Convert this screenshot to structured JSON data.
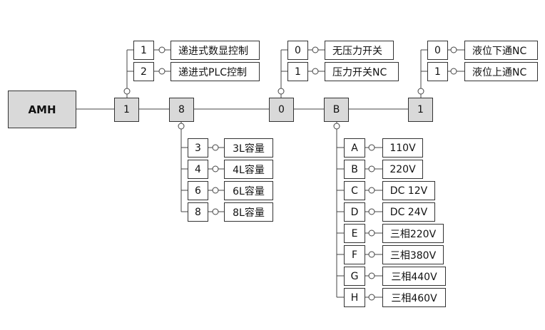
{
  "root": {
    "label": "AMH"
  },
  "code_segments": [
    {
      "code": "1",
      "options": [
        {
          "code": "1",
          "desc": "递进式数显控制"
        },
        {
          "code": "2",
          "desc": "递进式PLC控制"
        }
      ]
    },
    {
      "code": "8",
      "options": [
        {
          "code": "3",
          "desc": "3L容量"
        },
        {
          "code": "4",
          "desc": "4L容量"
        },
        {
          "code": "6",
          "desc": "6L容量"
        },
        {
          "code": "8",
          "desc": "8L容量"
        }
      ]
    },
    {
      "code": "0",
      "options": [
        {
          "code": "0",
          "desc": "无压力开关"
        },
        {
          "code": "1",
          "desc": "压力开关NC"
        }
      ]
    },
    {
      "code": "B",
      "options": [
        {
          "code": "A",
          "desc": "110V"
        },
        {
          "code": "B",
          "desc": "220V"
        },
        {
          "code": "C",
          "desc": "DC 12V"
        },
        {
          "code": "D",
          "desc": "DC 24V"
        },
        {
          "code": "E",
          "desc": "三相220V"
        },
        {
          "code": "F",
          "desc": "三相380V"
        },
        {
          "code": "G",
          "desc": "三相440V"
        },
        {
          "code": "H",
          "desc": "三相460V"
        }
      ]
    },
    {
      "code": "1",
      "options": [
        {
          "code": "0",
          "desc": "液位下通NC"
        },
        {
          "code": "1",
          "desc": "液位上通NC"
        }
      ]
    }
  ]
}
